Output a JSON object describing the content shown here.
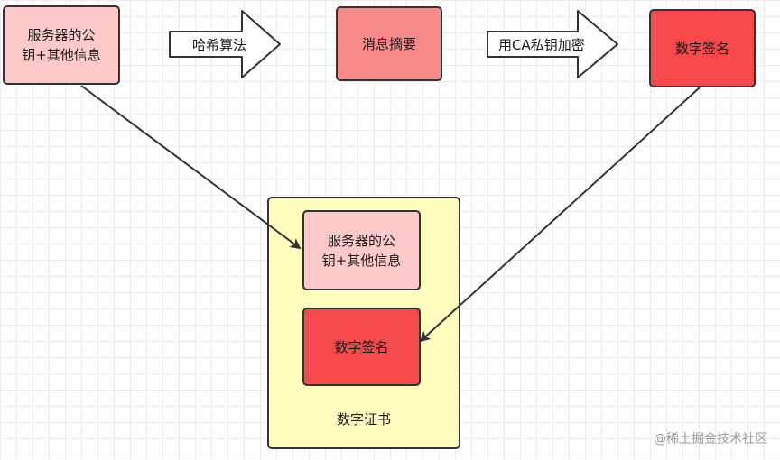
{
  "nodes": {
    "server_info_top": "服务器的公\n钥+其他信息",
    "digest": "消息摘要",
    "signature_top": "数字签名",
    "server_info_cert": "服务器的公\n钥+其他信息",
    "signature_cert": "数字签名"
  },
  "arrows": {
    "hash": "哈希算法",
    "encrypt": "用CA私钥加密"
  },
  "certificate": {
    "label": "数字证书"
  },
  "watermark": "@稀土掘金技术社区"
}
